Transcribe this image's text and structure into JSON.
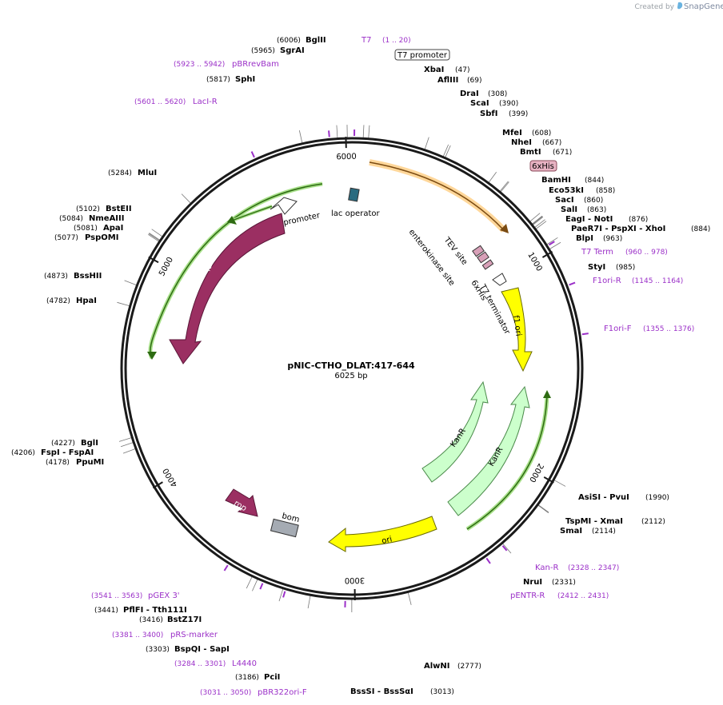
{
  "branding": {
    "created_by": "Created by",
    "app": "SnapGene"
  },
  "plasmid": {
    "name": "pNIC-CTHO_DLAT:417-644",
    "length": "6025 bp"
  },
  "ticks": [
    {
      "pos": 1000,
      "label": "1000"
    },
    {
      "pos": 2000,
      "label": "2000"
    },
    {
      "pos": 3000,
      "label": "3000"
    },
    {
      "pos": 4000,
      "label": "4000"
    },
    {
      "pos": 5000,
      "label": "5000"
    },
    {
      "pos": 6000,
      "label": "6000"
    }
  ],
  "sites": [
    {
      "name": "BglII",
      "num": "(6006)",
      "pos": 6006
    },
    {
      "name": "SgrAI",
      "num": "(5965)",
      "pos": 5965
    },
    {
      "name": "SphI",
      "num": "(5817)",
      "pos": 5817
    },
    {
      "name": "XbaI",
      "num": "(47)",
      "pos": 47
    },
    {
      "name": "AflIII",
      "num": "(69)",
      "pos": 69
    },
    {
      "name": "DraI",
      "num": "(308)",
      "pos": 308
    },
    {
      "name": "ScaI",
      "num": "(390)",
      "pos": 390
    },
    {
      "name": "SbfI",
      "num": "(399)",
      "pos": 399
    },
    {
      "name": "MfeI",
      "num": "(608)",
      "pos": 608
    },
    {
      "name": "NheI",
      "num": "(667)",
      "pos": 667
    },
    {
      "name": "BmtI",
      "num": "(671)",
      "pos": 671
    },
    {
      "name": "BamHI",
      "num": "(844)",
      "pos": 844
    },
    {
      "name": "Eco53kI",
      "num": "(858)",
      "pos": 858
    },
    {
      "name": "SacI",
      "num": "(860)",
      "pos": 860
    },
    {
      "name": "SalI",
      "num": "(863)",
      "pos": 863
    },
    {
      "name": "EagI - NotI",
      "num": "(876)",
      "pos": 876
    },
    {
      "name": "PaeR7I - PspXI - XhoI",
      "num": "(884)",
      "pos": 884
    },
    {
      "name": "BlpI",
      "num": "(963)",
      "pos": 963
    },
    {
      "name": "StyI",
      "num": "(985)",
      "pos": 985
    },
    {
      "name": "AsiSI - PvuI",
      "num": "(1990)",
      "pos": 1990
    },
    {
      "name": "TspMI - XmaI",
      "num": "(2112)",
      "pos": 2112
    },
    {
      "name": "SmaI",
      "num": "(2114)",
      "pos": 2114
    },
    {
      "name": "NruI",
      "num": "(2331)",
      "pos": 2331
    },
    {
      "name": "AlwNI",
      "num": "(2777)",
      "pos": 2777
    },
    {
      "name": "BssSI - BssSαI",
      "num": "(3013)",
      "pos": 3013
    },
    {
      "name": "PciI",
      "num": "(3186)",
      "pos": 3186
    },
    {
      "name": "BspQI - SapI",
      "num": "(3303)",
      "pos": 3303
    },
    {
      "name": "BstZ17I",
      "num": "(3416)",
      "pos": 3416
    },
    {
      "name": "PflFI - Tth111I",
      "num": "(3441)",
      "pos": 3441
    },
    {
      "name": "PpuMI",
      "num": "(4178)",
      "pos": 4178
    },
    {
      "name": "FspI - FspAI",
      "num": "(4206)",
      "pos": 4206
    },
    {
      "name": "BglI",
      "num": "(4227)",
      "pos": 4227
    },
    {
      "name": "HpaI",
      "num": "(4782)",
      "pos": 4782
    },
    {
      "name": "BssHII",
      "num": "(4873)",
      "pos": 4873
    },
    {
      "name": "PspOMI",
      "num": "(5077)",
      "pos": 5077
    },
    {
      "name": "ApaI",
      "num": "(5081)",
      "pos": 5081
    },
    {
      "name": "NmeAIII",
      "num": "(5084)",
      "pos": 5084
    },
    {
      "name": "BstEII",
      "num": "(5102)",
      "pos": 5102
    },
    {
      "name": "MluI",
      "num": "(5284)",
      "pos": 5284
    }
  ],
  "primers": [
    {
      "name": "T7",
      "num": "(1 .. 20)",
      "pos": 10
    },
    {
      "name": "pBRrevBam",
      "num": "(5923 .. 5942)",
      "pos": 5932
    },
    {
      "name": "LacI-R",
      "num": "(5601 .. 5620)",
      "pos": 5610
    },
    {
      "name": "T7 Term",
      "num": "(960 .. 978)",
      "pos": 969
    },
    {
      "name": "F1ori-R",
      "num": "(1145 .. 1164)",
      "pos": 1154
    },
    {
      "name": "F1ori-F",
      "num": "(1355 .. 1376)",
      "pos": 1365
    },
    {
      "name": "Kan-R",
      "num": "(2328 .. 2347)",
      "pos": 2337
    },
    {
      "name": "pENTR-R",
      "num": "(2412 .. 2431)",
      "pos": 2421
    },
    {
      "name": "pBR322ori-F",
      "num": "(3031 .. 3050)",
      "pos": 3040
    },
    {
      "name": "L4440",
      "num": "(3284 .. 3301)",
      "pos": 3292
    },
    {
      "name": "pRS-marker",
      "num": "(3381 .. 3400)",
      "pos": 3390
    },
    {
      "name": "pGEX 3'",
      "num": "(3541 .. 3563)",
      "pos": 3552
    }
  ],
  "boxed_labels": {
    "t7_promoter": "T7 promoter",
    "his_tag": "6xHis"
  },
  "features": {
    "laci": "lacI",
    "laci_promoter": "lacI promoter",
    "lac_operator": "lac operator",
    "tev_site": "TEV site",
    "enterokinase_site": "enterokinase site",
    "his6": "6xHis",
    "t7_terminator": "T7 terminator",
    "f1_ori": "f1 ori",
    "kanr_1": "KanR",
    "kanr_2": "KanR",
    "ori": "ori",
    "rop": "rop",
    "bom": "bom"
  },
  "colors": {
    "laci": "#9b2f62",
    "ori": "#ffff00",
    "kanr": "#ccffcc",
    "primer": "#9b30c8",
    "orf_line": "#2e6b12",
    "his": "#e8b3c3"
  }
}
